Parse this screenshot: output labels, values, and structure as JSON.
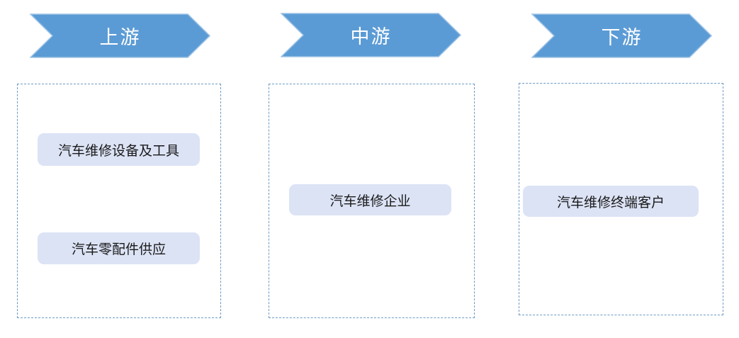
{
  "diagram": {
    "type": "industry-chain-flow",
    "colors": {
      "arrow_fill": "#5b9bd5",
      "arrow_border": "#9dc3e6",
      "arrow_text": "#ffffff",
      "panel_border": "#6d9ac4",
      "node_fill": "#dce3f5",
      "node_text": "#1a1a1a",
      "page_bg": "#ffffff"
    },
    "stages": [
      {
        "id": "upstream",
        "label": "上游",
        "nodes": [
          "汽车维修设备及工具",
          "汽车零配件供应"
        ]
      },
      {
        "id": "midstream",
        "label": "中游",
        "nodes": [
          "汽车维修企业"
        ]
      },
      {
        "id": "downstream",
        "label": "下游",
        "nodes": [
          "汽车维修终端客户"
        ]
      }
    ]
  }
}
